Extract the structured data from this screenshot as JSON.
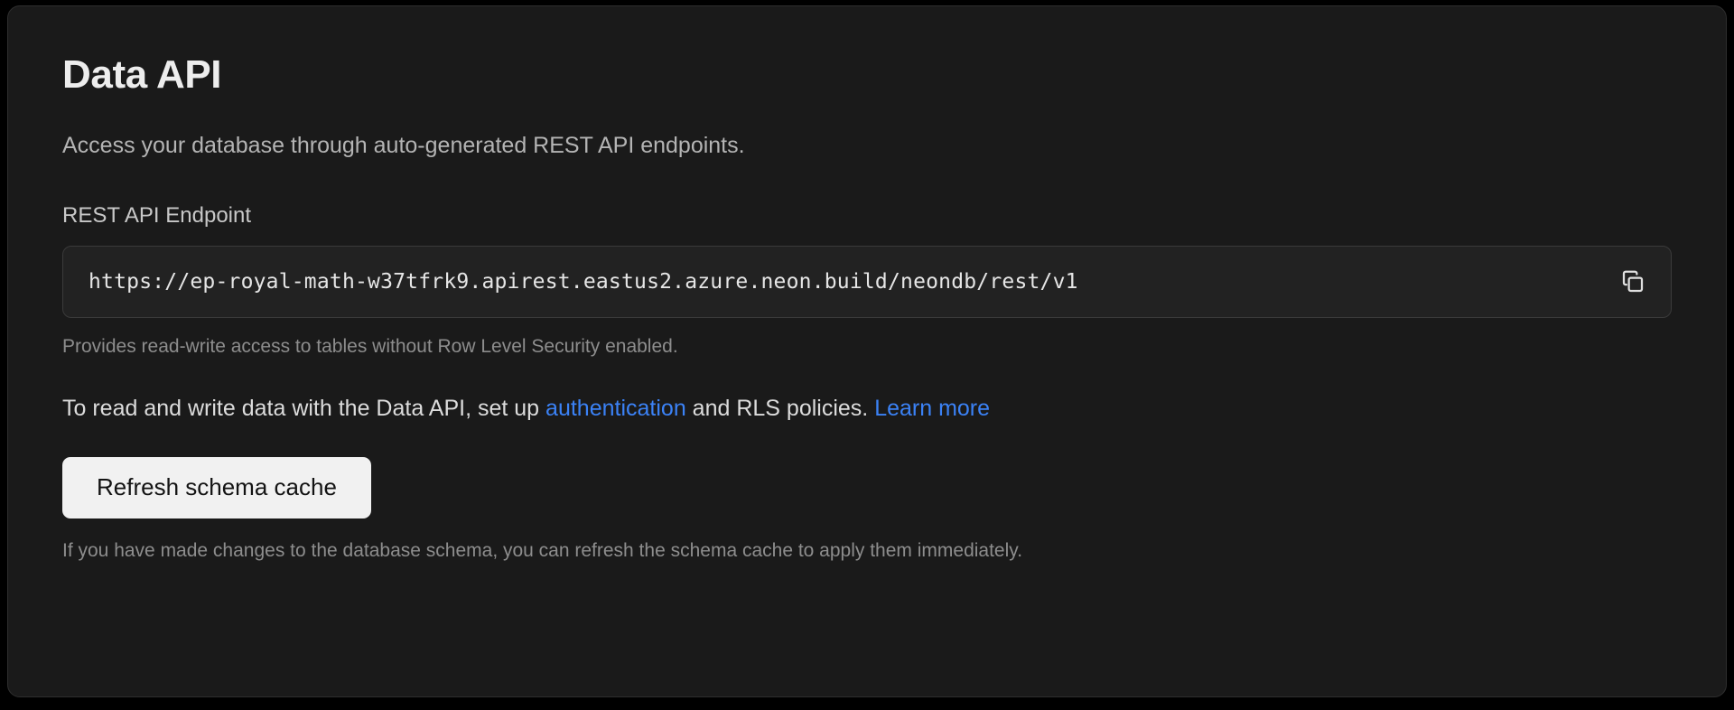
{
  "card": {
    "title": "Data API",
    "description": "Access your database through auto-generated REST API endpoints.",
    "endpoint_field": {
      "label": "REST API Endpoint",
      "value": "https://ep-royal-math-w37tfrk9.apirest.eastus2.azure.neon.build/neondb/rest/v1",
      "placeholder": "https://",
      "copy_icon": "copy-icon",
      "help_text": "Provides read-write access to tables without Row Level Security enabled."
    },
    "info": {
      "lead": "To read and write data with the Data API, set up ",
      "link_auth": "authentication",
      "middle": " and RLS policies. ",
      "link_learn": "Learn more"
    },
    "refresh_button": {
      "label": "Refresh schema cache"
    },
    "footer_note": "If you have made changes to the database schema, you can refresh the schema cache to apply them immediately."
  },
  "colors": {
    "page_background": "#000000",
    "card_background": "#1a1a1a",
    "card_border": "#2e2e2e",
    "input_background": "#222222",
    "input_border": "#3a3a3a",
    "title_text": "#ededed",
    "body_text": "#dcdcdc",
    "muted_text": "#8d8d8d",
    "link_blue": "#3b82f6",
    "button_background": "#f1f1f1",
    "button_text": "#131313"
  }
}
